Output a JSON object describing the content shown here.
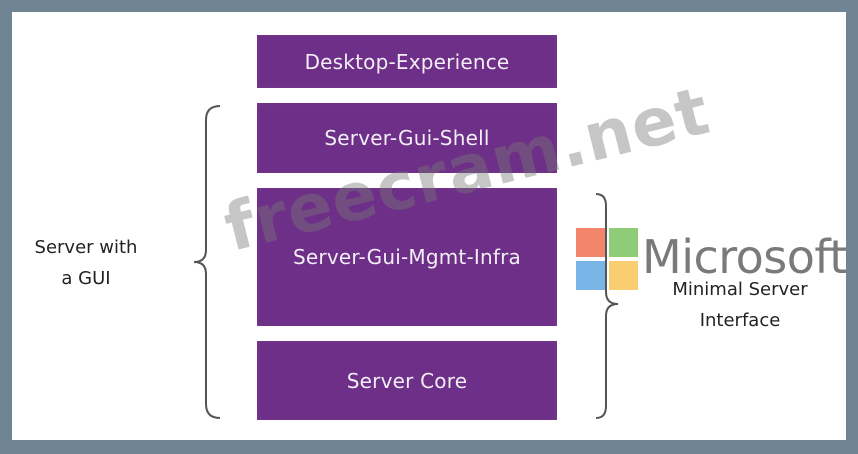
{
  "layers": {
    "desktop_experience": "Desktop-Experience",
    "server_gui_shell": "Server-Gui-Shell",
    "server_gui_mgmt_infra": "Server-Gui-Mgmt-Infra",
    "server_core": "Server Core"
  },
  "labels": {
    "server_with_gui_line1": "Server with",
    "server_with_gui_line2": "a GUI",
    "minimal_line1": "Minimal Server",
    "minimal_line2": "Interface"
  },
  "logo": {
    "text": "Microsoft",
    "icon": "microsoft-logo-icon"
  },
  "watermark": "freecram.net",
  "colors": {
    "layer_purple": "#6d2f87",
    "frame_border": "#6f8594",
    "ms_red": "#f2856c",
    "ms_green": "#8fcc77",
    "ms_blue": "#7ab5e8",
    "ms_yellow": "#f9cd72"
  }
}
